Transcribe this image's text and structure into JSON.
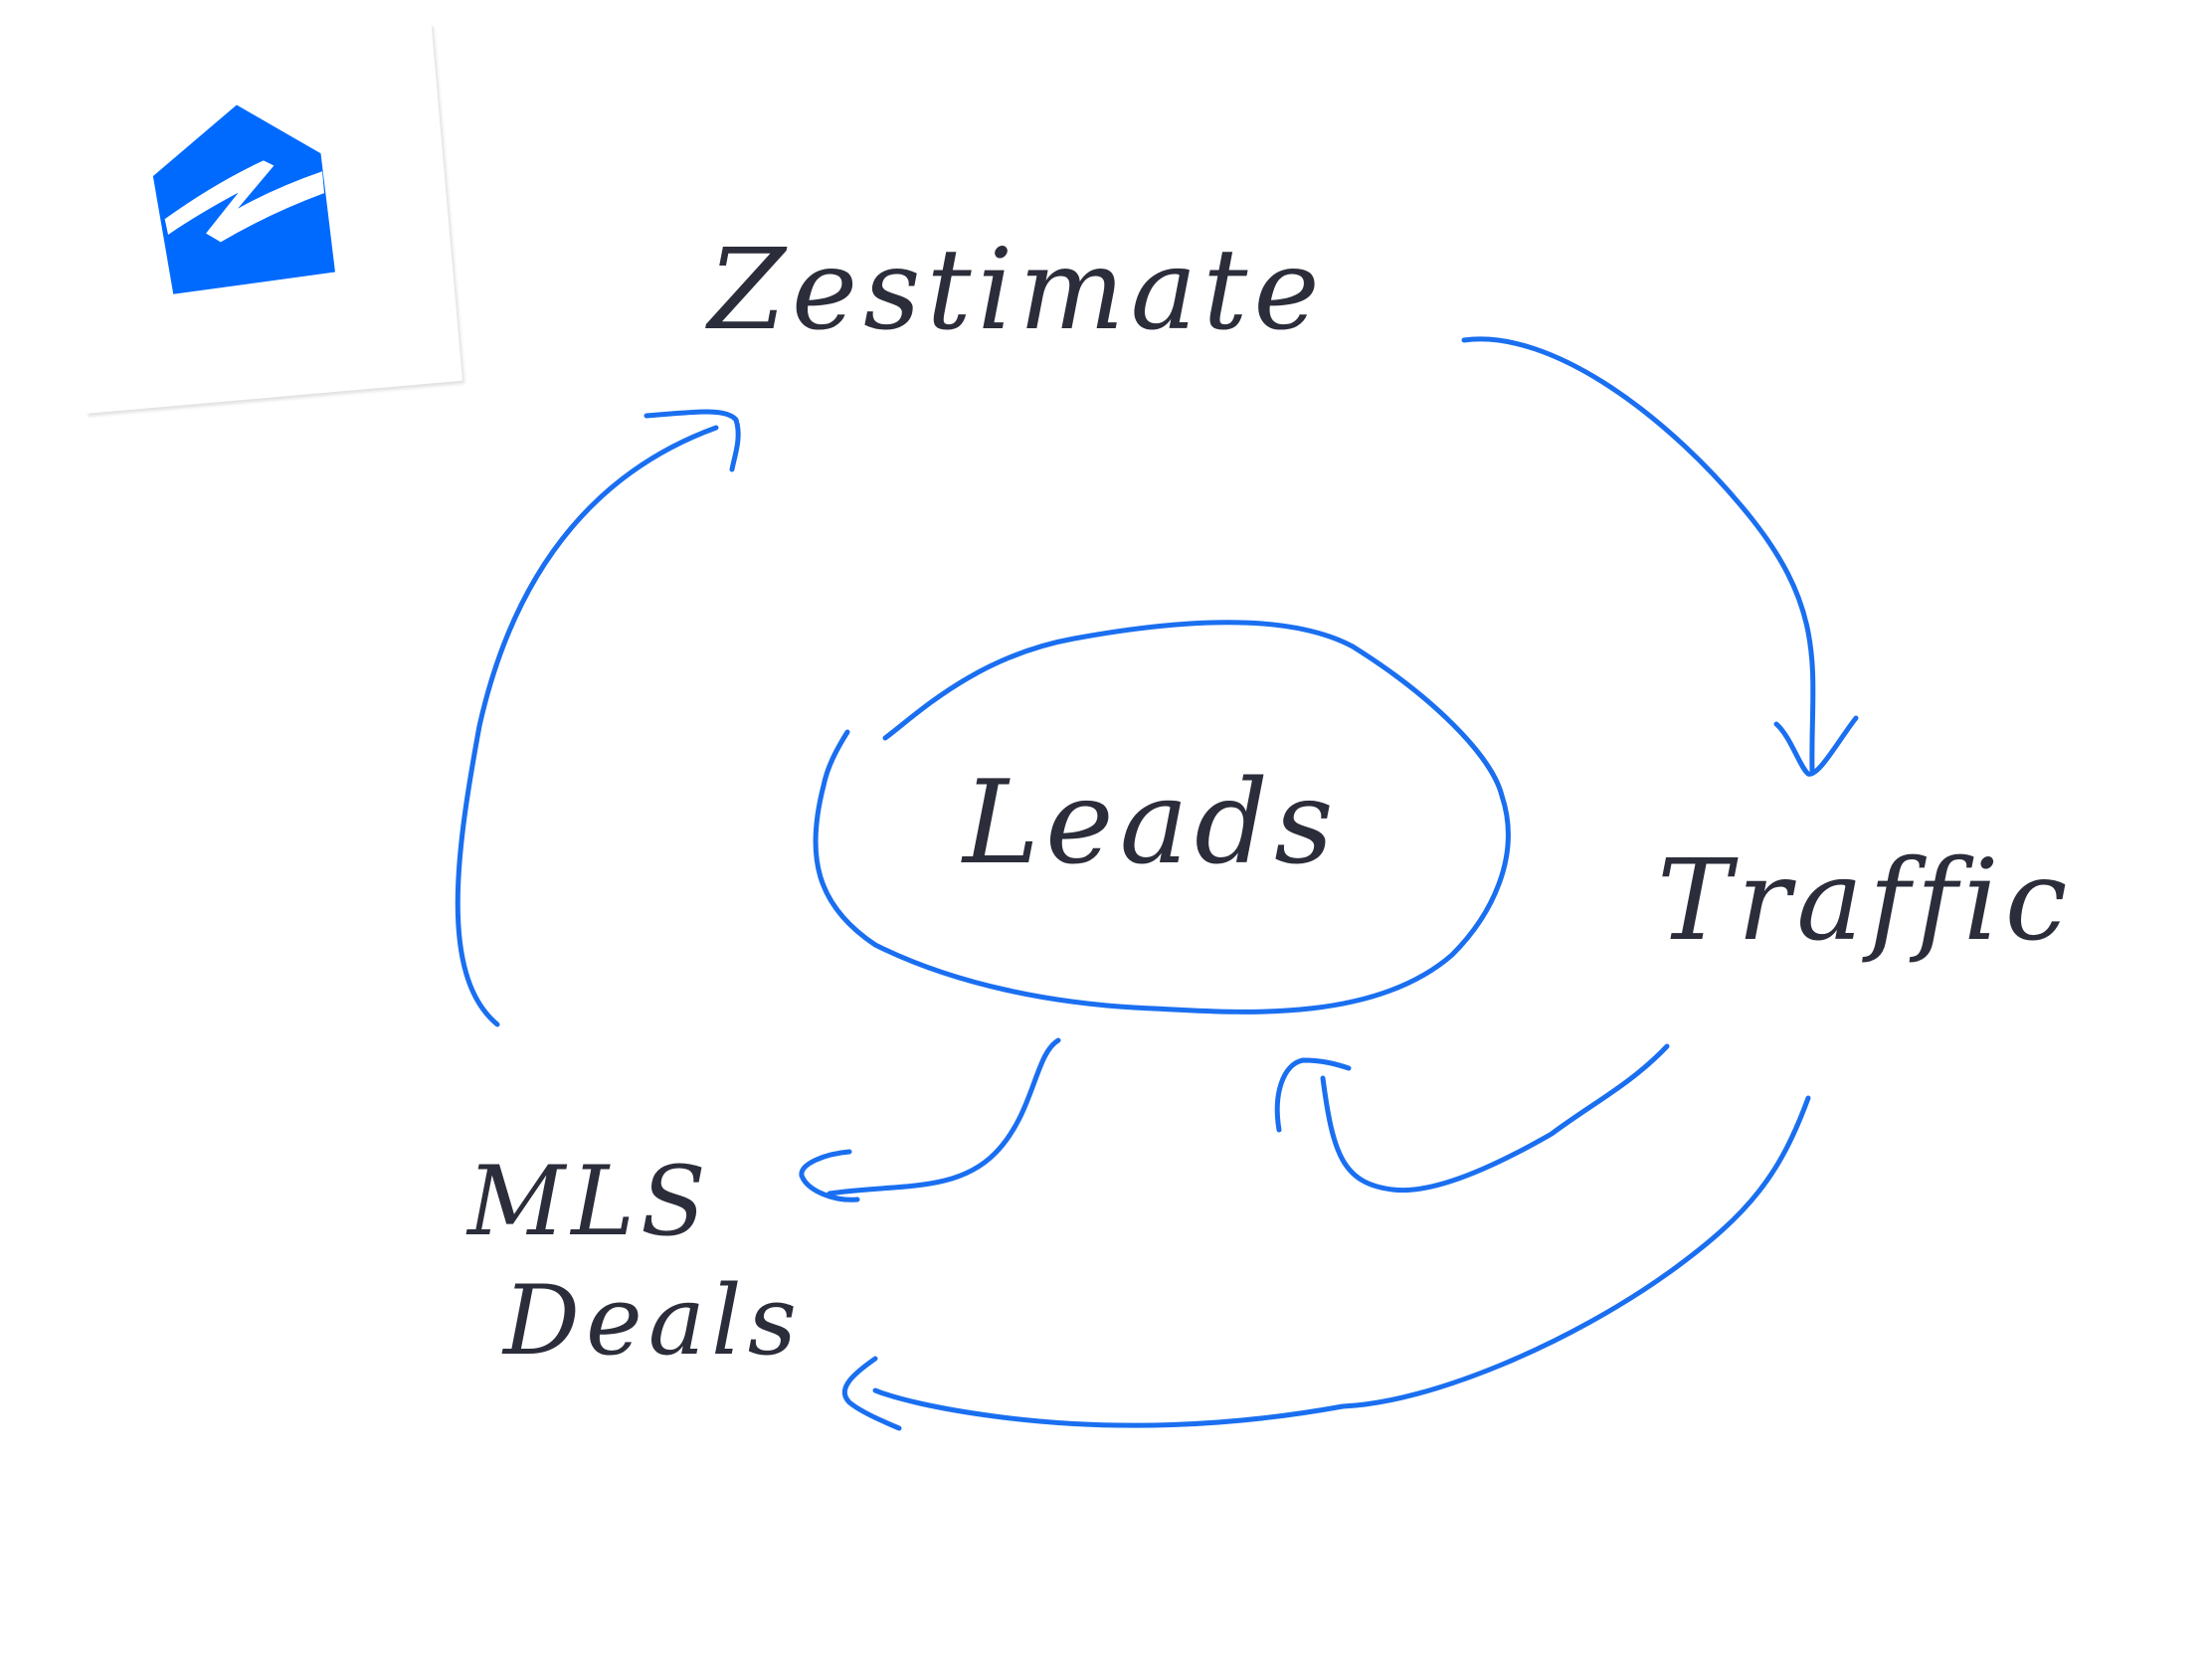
{
  "colors": {
    "stroke": "#1a6ff0",
    "text": "#2b2d3a",
    "logo_blue": "#006aff",
    "background": "#ffffff"
  },
  "logo": {
    "icon": "zillow-logo-icon"
  },
  "nodes": {
    "zestimate": "Zestimate",
    "traffic": "Traffic",
    "leads": "Leads",
    "mls": "MLS",
    "deals": "Deals"
  },
  "edges": [
    {
      "from": "Zestimate",
      "to": "Traffic"
    },
    {
      "from": "Traffic",
      "to": "Leads"
    },
    {
      "from": "Traffic",
      "to": "Deals"
    },
    {
      "from": "Leads",
      "to": "MLS"
    },
    {
      "from": "MLS",
      "to": "Zestimate"
    }
  ]
}
